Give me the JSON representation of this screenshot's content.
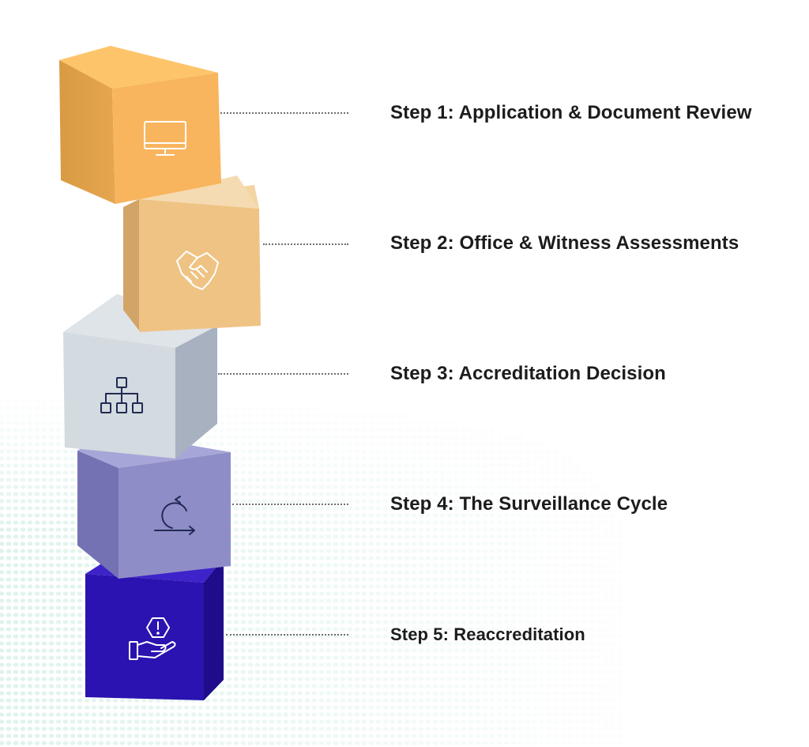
{
  "steps": [
    {
      "label": "Step 1: Application & Document Review",
      "icon": "monitor-icon",
      "color": "#F8B55D"
    },
    {
      "label": "Step 2: Office & Witness Assessments",
      "icon": "handshake-icon",
      "color": "#EFC384"
    },
    {
      "label": "Step 3: Accreditation Decision",
      "icon": "hierarchy-icon",
      "color": "#D3DAE0"
    },
    {
      "label": "Step 4: The Surveillance Cycle",
      "icon": "cycle-icon",
      "color": "#8F8DC7"
    },
    {
      "label": "Step 5: Reaccreditation",
      "icon": "hand-alert-icon",
      "color": "#2A13B0"
    }
  ],
  "colors": {
    "background_dots": "#dff3ec",
    "connector": "#6f6f6f",
    "text": "#1c1c1c"
  }
}
